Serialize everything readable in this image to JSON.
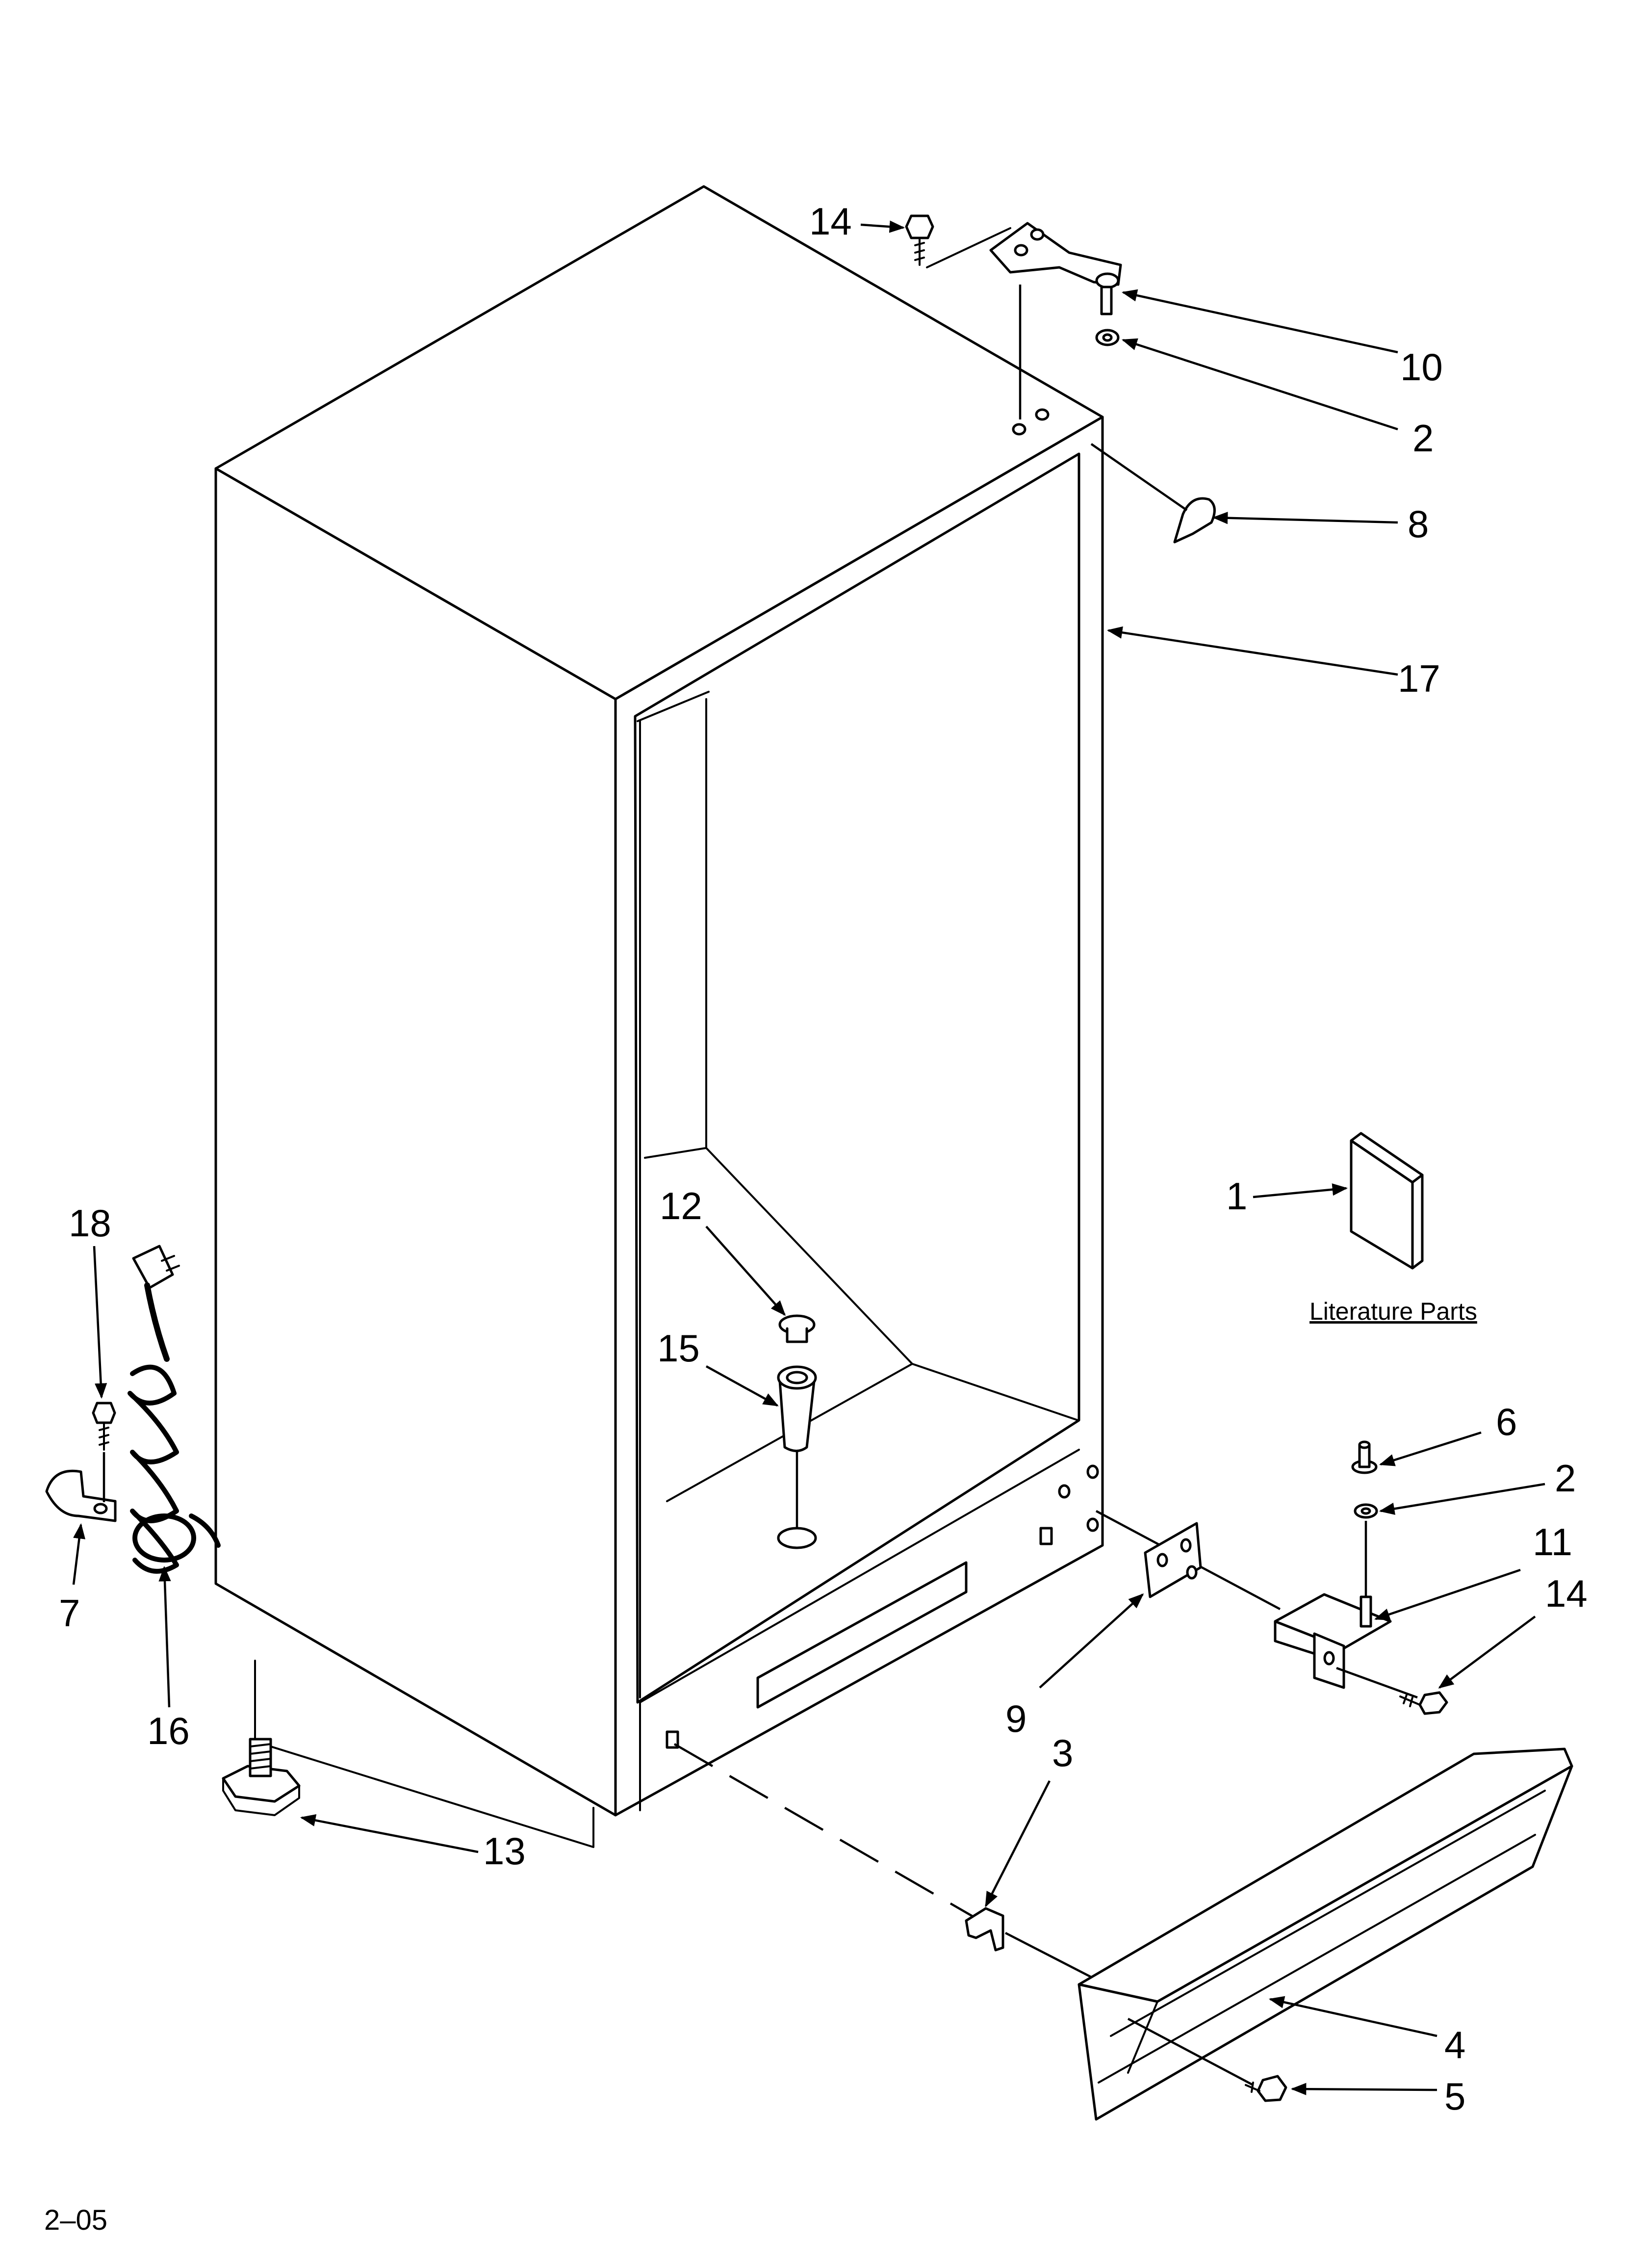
{
  "callouts": {
    "c14_top": "14",
    "c10": "10",
    "c2_top": "2",
    "c8": "8",
    "c17": "17",
    "c1": "1",
    "c18": "18",
    "c12": "12",
    "c15": "15",
    "c6": "6",
    "c2_right": "2",
    "c11": "11",
    "c14_right": "14",
    "c7": "7",
    "c9": "9",
    "c16": "16",
    "c3": "3",
    "c13": "13",
    "c4": "4",
    "c5": "5"
  },
  "literature_label": "Literature Parts",
  "footer_code": "2–05",
  "colors": {
    "line": "#000000",
    "background": "#ffffff"
  }
}
